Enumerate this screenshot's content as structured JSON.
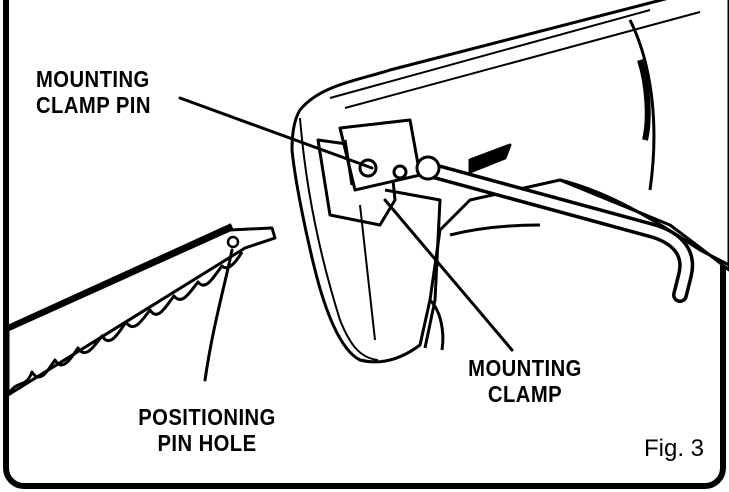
{
  "labels": {
    "mounting_clamp_pin": [
      "MOUNTING",
      "CLAMP PIN"
    ],
    "mounting_clamp": [
      "MOUNTING",
      "CLAMP"
    ],
    "positioning_pin_hole": [
      "POSITIONING",
      "PIN HOLE"
    ]
  },
  "figure_caption": "Fig. 3"
}
